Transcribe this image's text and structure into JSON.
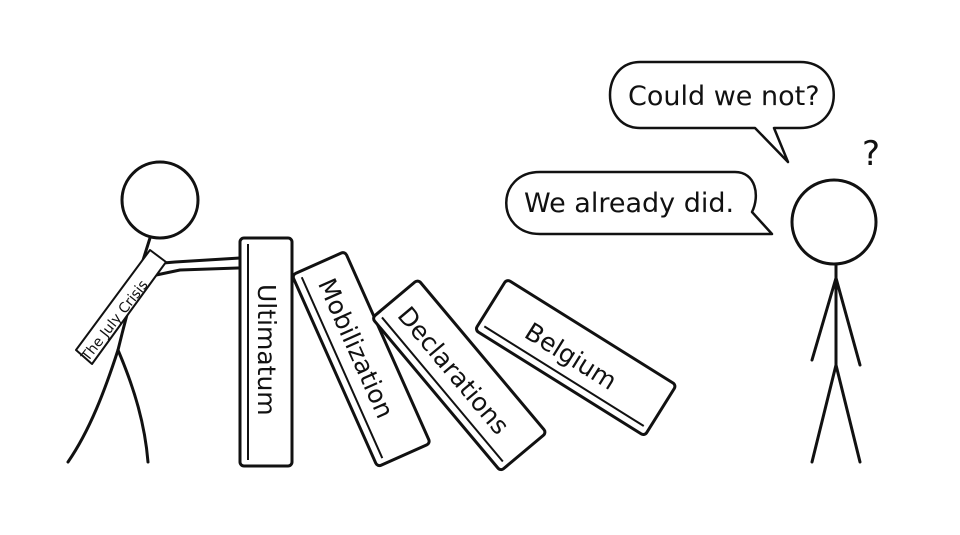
{
  "sash": {
    "label": "The July Crisis"
  },
  "dominoes": [
    {
      "label": "Ultimatum"
    },
    {
      "label": "Mobilization"
    },
    {
      "label": "Declarations"
    },
    {
      "label": "Belgium"
    }
  ],
  "bubbles": {
    "top": {
      "text": "Could we not?"
    },
    "bottom": {
      "text": "We already did."
    }
  },
  "confusion_mark": {
    "text": "?"
  },
  "colors": {
    "ink": "#111111",
    "paper": "#ffffff"
  }
}
